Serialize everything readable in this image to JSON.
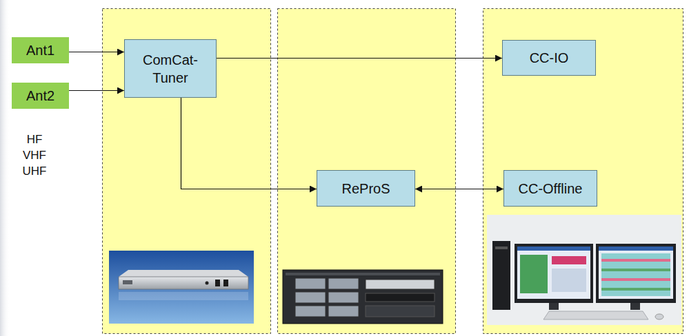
{
  "diagram": {
    "nodes": [
      {
        "text": [
          "Ant1"
        ]
      },
      {
        "text": [
          "Ant2"
        ]
      },
      {
        "text": [
          "ComCat- Tuner"
        ]
      },
      {
        "text": [
          "CC-IO"
        ]
      },
      {
        "text": [
          "ReProS"
        ]
      },
      {
        "text": [
          "CC-Offline"
        ]
      }
    ],
    "edges": [
      {
        "from": 0,
        "to": 2,
        "arrow": "to"
      },
      {
        "from": 1,
        "to": 2,
        "arrow": "to"
      },
      {
        "from": 2,
        "to": 3,
        "arrow": "to"
      },
      {
        "from": 2,
        "to": 4,
        "arrow": "to"
      },
      {
        "from": 4,
        "to": 5,
        "arrow": "both"
      }
    ],
    "labels": [
      "HF",
      "VHF",
      "UHF"
    ]
  }
}
